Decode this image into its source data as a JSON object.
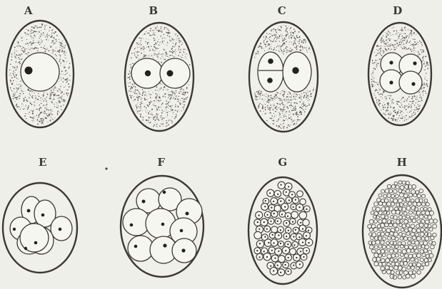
{
  "figure": {
    "stage_labels": [
      "A",
      "B",
      "C",
      "D",
      "E",
      "F",
      "G",
      "H"
    ],
    "colors": {
      "paper": "#efefe9",
      "ink": "#3c3834",
      "nucleus": "#242220"
    }
  }
}
